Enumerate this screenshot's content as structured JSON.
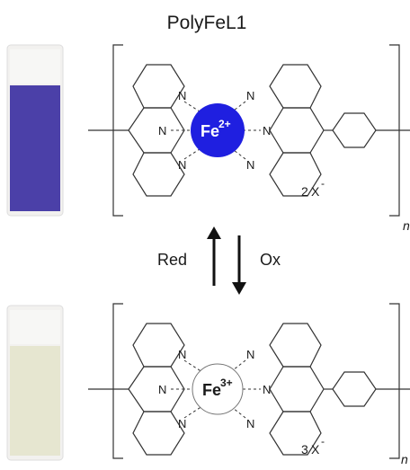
{
  "title": "PolyFeL1",
  "arrows": {
    "reduction_label": "Red",
    "oxidation_label": "Ox"
  },
  "reduced_state": {
    "metal_ion": "Fe",
    "charge": "2+",
    "counter_ion_count": "2",
    "counter_ion": "X",
    "counter_ion_charge": "-",
    "repeat_subscript": "n",
    "metal_color": "#1f1fe0",
    "film_color": "#4b40a8"
  },
  "oxidized_state": {
    "metal_ion": "Fe",
    "charge": "3+",
    "counter_ion_count": "3",
    "counter_ion": "X",
    "counter_ion_charge": "-",
    "repeat_subscript": "n",
    "metal_color": "#ffffff",
    "film_color": "#e6e6d0"
  },
  "atom_labels": {
    "nitrogen": "N"
  },
  "colors": {
    "line": "#333333",
    "text": "#1a1a1a"
  }
}
